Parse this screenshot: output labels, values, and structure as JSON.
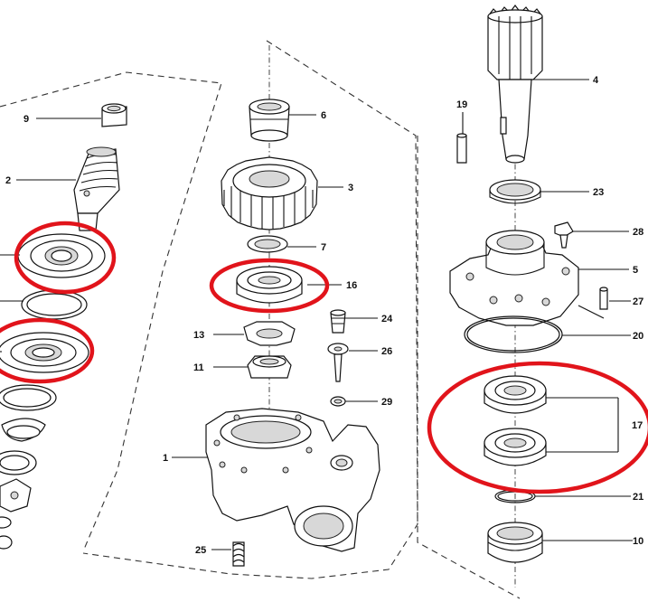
{
  "diagram": {
    "highlight_color": "#e1141b",
    "labels": {
      "p1": "1",
      "p2": "2",
      "p3": "3",
      "p4": "4",
      "p5": "5",
      "p6": "6",
      "p7": "7",
      "p9": "9",
      "p10": "10",
      "p11": "11",
      "p13": "13",
      "p16": "16",
      "p17": "17",
      "p19": "19",
      "p20": "20",
      "p21": "21",
      "p23": "23",
      "p24": "24",
      "p25": "25",
      "p26": "26",
      "p27": "27",
      "p28": "28",
      "p29": "29"
    }
  }
}
